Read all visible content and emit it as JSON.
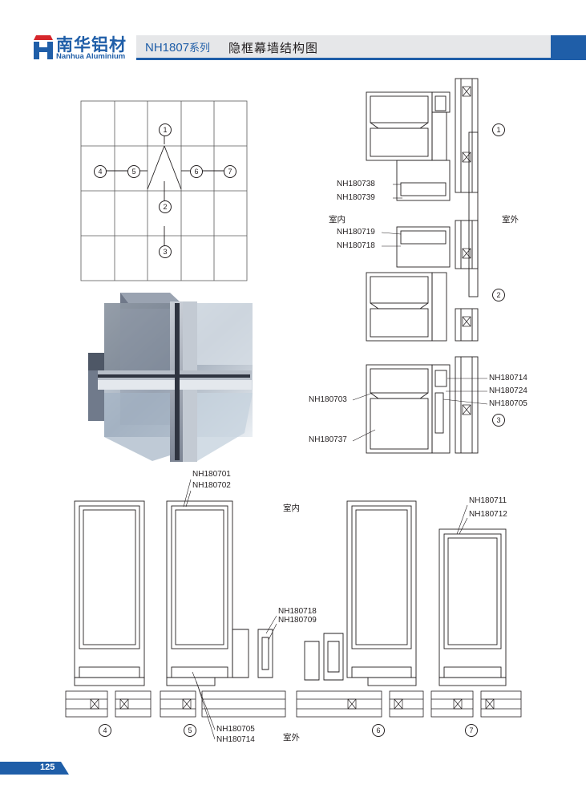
{
  "brand": {
    "name_cn": "南华铝材",
    "name_en": "Nanhua Aluminium"
  },
  "header": {
    "series_code": "NH1807",
    "series_suffix": "系列",
    "title": "隐框幕墙结构图"
  },
  "footer": {
    "page_number": "125"
  },
  "colors": {
    "brand_blue": "#1f5ea8",
    "header_gray": "#e6e7e9"
  },
  "grid_diagram": {
    "callouts": [
      "1",
      "2",
      "3",
      "4",
      "5",
      "6",
      "7"
    ]
  },
  "section_upper": {
    "callouts": [
      "1",
      "2",
      "3"
    ],
    "room_inside": "室内",
    "room_outside": "室外",
    "parts_1": [
      "NH180738",
      "NH180739"
    ],
    "parts_2": [
      "NH180719",
      "NH180718"
    ],
    "parts_3_left": [
      "NH180703",
      "NH180737"
    ],
    "parts_3_right": [
      "NH180714",
      "NH180724",
      "NH180705"
    ]
  },
  "section_lower": {
    "callouts": [
      "4",
      "5",
      "6",
      "7"
    ],
    "room_inside": "室内",
    "room_outside": "室外",
    "parts_top_5": [
      "NH180701",
      "NH180702"
    ],
    "parts_mullion": [
      "NH180718",
      "NH180709"
    ],
    "parts_top_7": [
      "NH180711",
      "NH180712"
    ],
    "parts_bottom_5": [
      "NH180705",
      "NH180714"
    ]
  }
}
